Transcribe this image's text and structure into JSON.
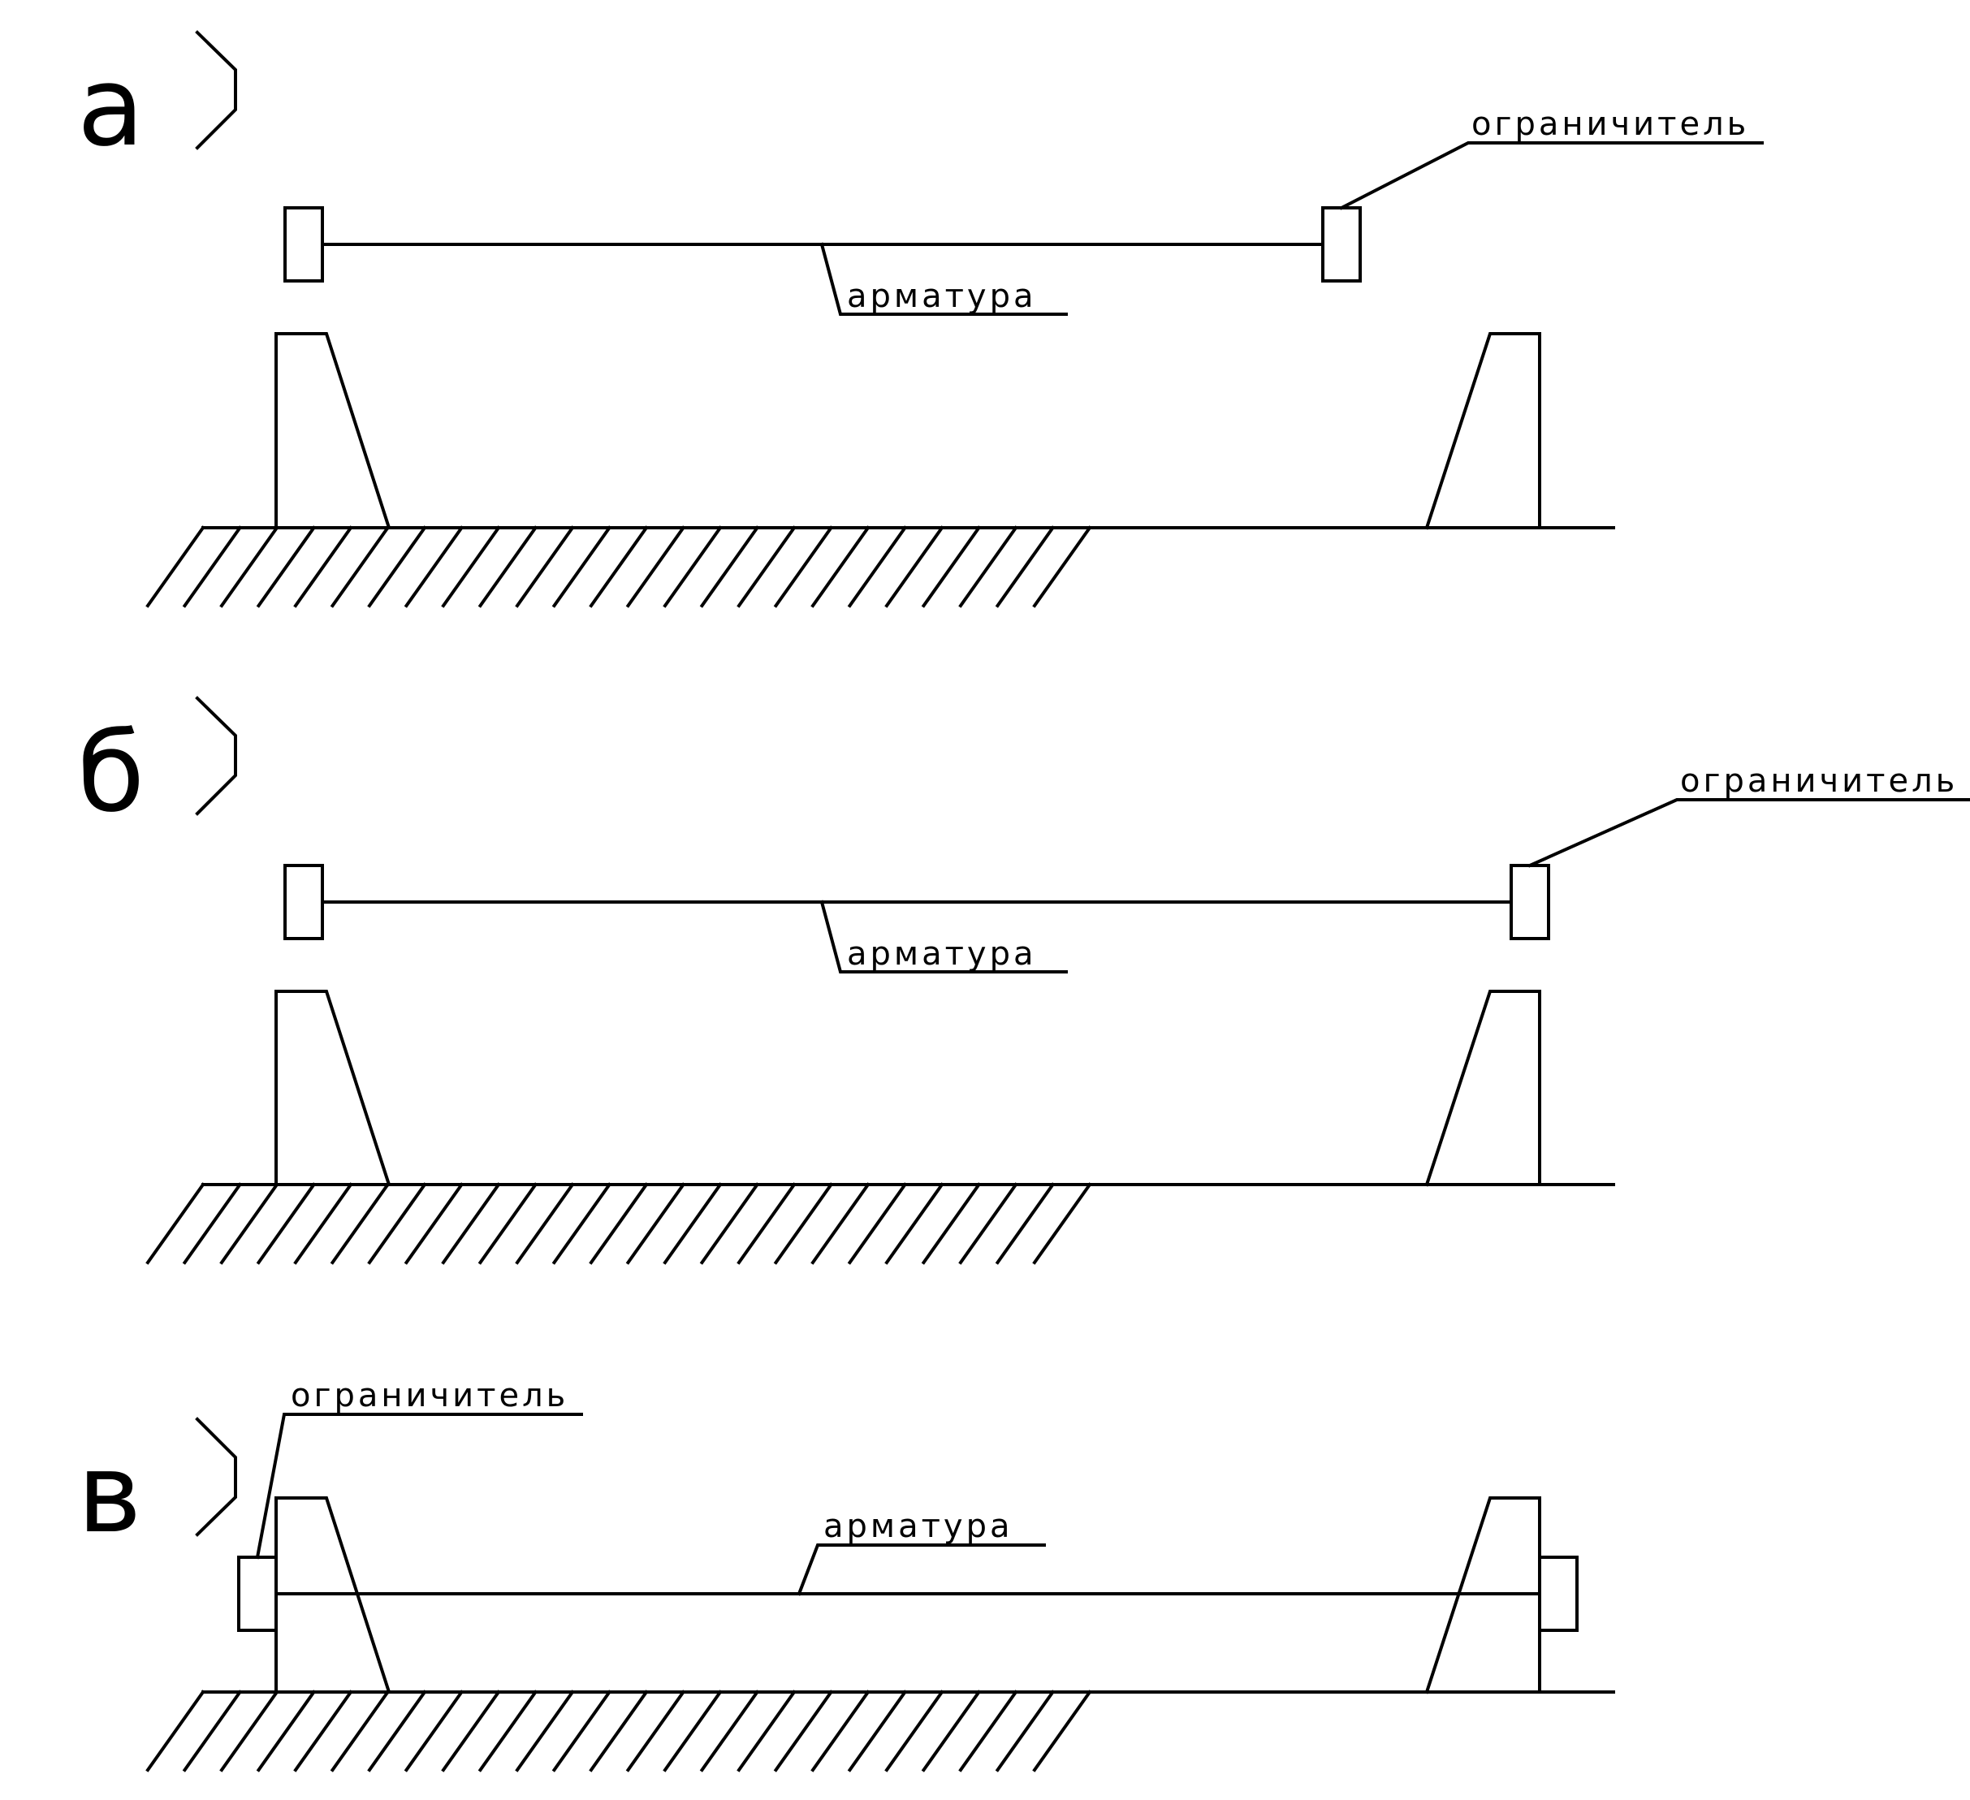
{
  "figure": {
    "panels": [
      {
        "id": "a",
        "panel_letter": "а",
        "rebar_label": "арматура",
        "stopper_label": "ограничитель"
      },
      {
        "id": "b",
        "panel_letter": "б",
        "rebar_label": "арматура",
        "stopper_label": "ограничитель"
      },
      {
        "id": "c",
        "panel_letter": "в",
        "rebar_label": "арматура",
        "stopper_label": "ограничитель"
      }
    ],
    "colors": {
      "stroke": "#000000",
      "background": "#ffffff"
    }
  }
}
